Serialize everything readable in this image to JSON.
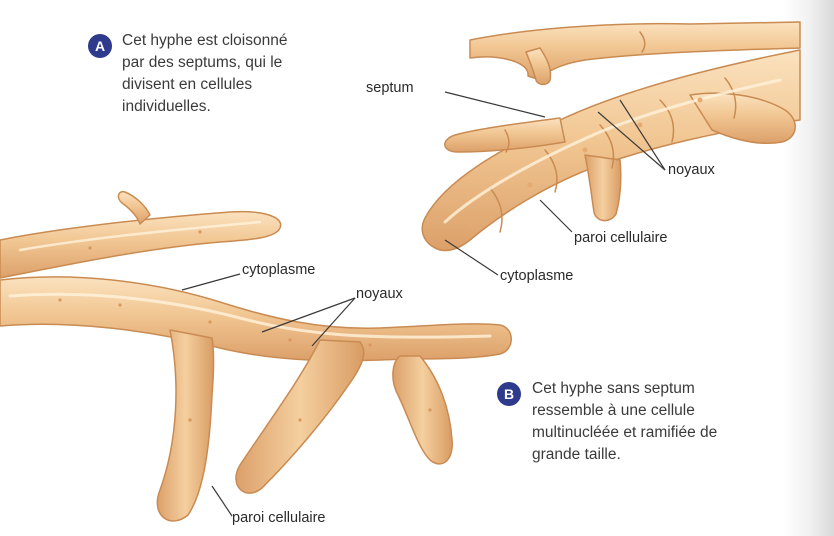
{
  "colors": {
    "hypha_fill": "#f1c692",
    "hypha_edge": "#c98b52",
    "hypha_highlight": "#fbe2bf",
    "badge": "#2e3a8c"
  },
  "panel_a": {
    "badge": "A",
    "caption": "Cet hyphe est cloisonné\npar des septums, qui le\ndivisent en cellules\nindividuelles.",
    "labels": {
      "septum": "septum",
      "noyaux": "noyaux",
      "paroi": "paroi cellulaire",
      "cytoplasme": "cytoplasme"
    }
  },
  "panel_b": {
    "badge": "B",
    "caption": "Cet hyphe sans septum\nressemble à une cellule\nmultinucléée et ramifiée de\ngrande taille.",
    "labels": {
      "cytoplasme": "cytoplasme",
      "noyaux": "noyaux",
      "paroi": "paroi cellulaire"
    }
  }
}
